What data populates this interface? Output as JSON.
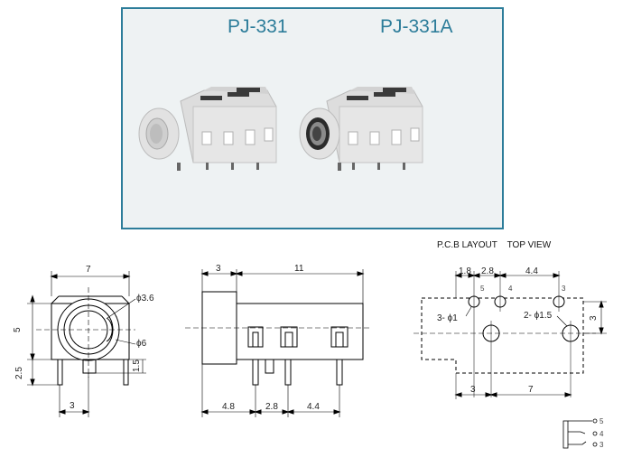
{
  "photo_panel": {
    "left_model": "PJ-331",
    "right_model": "PJ-331A",
    "frame_color": "#2d7d9a",
    "title_color": "#2d7d9a"
  },
  "front_view": {
    "width_dim": "7",
    "height_dim": "5",
    "inner_dia": "ϕ3.6",
    "outer_dia": "ϕ6",
    "pin_height_dim": "2.5",
    "pin_length_dim": "1.5",
    "pin_offset_dim": "3"
  },
  "side_view": {
    "nose_length_dim": "3",
    "body_length_dim": "11",
    "pin_pitch_1": "4.8",
    "pin_pitch_2": "2.8",
    "pin_pitch_3": "4.4"
  },
  "pcb_layout": {
    "heading": "P.C.B LAYOUT    TOP VIEW",
    "top_dim_1": "1.8",
    "top_dim_2": "2.8",
    "top_dim_3": "4.4",
    "small_holes": "3- ϕ1",
    "large_holes": "2- ϕ1.5",
    "height_dim": "3",
    "bottom_dim_1": "3",
    "bottom_dim_2": "7",
    "hole_label_5": "5",
    "hole_label_4": "4",
    "hole_label_3": "3"
  },
  "schematic": {
    "pin_5": "5",
    "pin_4": "4",
    "pin_3": "3"
  }
}
